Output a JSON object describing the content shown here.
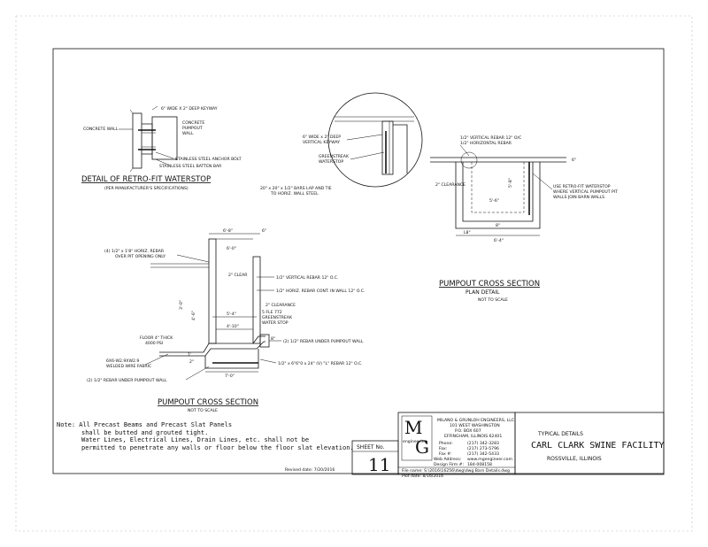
{
  "details": {
    "waterstop": {
      "keyway": "6\" WIDE X 2\" DEEP KEYWAY",
      "concrete_wall": "CONCRETE WALL",
      "pumpout_wall_1": "CONCRETE",
      "pumpout_wall_2": "PUMPOUT",
      "pumpout_wall_3": "WALL",
      "anchor_bolt": "STAINLESS STEEL ANCHOR BOLT",
      "batten_bar": "STAINLESS STEEL BATTEN BAR",
      "title": "DETAIL OF RETRO-FIT WATERSTOP",
      "subtitle": "(PER MANUFACTURER'S SPECIFICATIONS)"
    },
    "circle": {
      "keyway_1": "6\" WIDE x 2\" DEEP",
      "keyway_2": "VERTICAL KEYWAY",
      "greenstreak_1": "GREENSTREAK",
      "greenstreak_2": "WATERSTOP",
      "bars_1": "20\" x 20\" x 1/2\" BARS LAP AND TIE",
      "bars_2": "TO HORIZ. WALL STEEL"
    },
    "plan": {
      "vert_rebar": "1/2\" VERTICAL REBAR 12\" O/C",
      "horiz_rebar": "1/2\" HORIZONTAL REBAR",
      "clearance": "2\" CLEARANCE",
      "dim_a": "6\"",
      "dim_b": "5'-6\"",
      "dim_c": "5'-8\"",
      "dim_d": "8\"",
      "dim_e": "6'-4\"",
      "dim_f": "L8\"",
      "retro_1": "USE RETRO-FIT WATERSTOP",
      "retro_2": "WHERE VERTICAL PUMPOUT PIT",
      "retro_3": "WALLS JOIN BARN WALLS",
      "title": "PUMPOUT CROSS SECTION",
      "subtitle": "PLAN DETAIL",
      "scale": "NOT TO SCALE"
    },
    "section": {
      "dim_top": "6'-8\"",
      "dim_top2": "6'-0\"",
      "dim_6": "6\"",
      "horiz_rebar_1": "(4) 1/2\" x 1'8\" HORIZ. REBAR",
      "horiz_rebar_2": "OVER PIT OPENING ONLY",
      "clear_2": "2\" CLEAR",
      "vert_rebar": "1/2\" VERTICAL REBAR 12\" O.C.",
      "horiz_cont": "1/2\" HORIZ. REBAR CONT. IN WALL 12\" O.C.",
      "clearance": "2\" CLEARANCE",
      "dim_3_0": "3'-0\"",
      "dim_4_6": "4'-6\"",
      "dim_5_4": "5'-4\"",
      "dim_4_10": "4'-10\"",
      "greenstreak_1": "5 FLE 772",
      "greenstreak_2": "GREENSTREAK",
      "greenstreak_3": "WATER STOP",
      "floor_1": "FLOOR 4\" THICK",
      "floor_2": "4000 PSI",
      "dim_8": "8\"",
      "dim_1": "1'",
      "dim_2": "2\"",
      "dim_7_0": "7'-0\"",
      "under_rebar": "(2) 1/2\" REBAR UNDER PUMPOUT WALL",
      "welded_1": "6X6-W2.9XW2.9",
      "welded_2": "WELDED WIRE FABRIC",
      "l_rebar": "1/2\" x 6\"6\"0 x 24\" (V) \"L\" REBAR 12\" O.C.",
      "under_rebar_2": "(2) 1/2\" REBAR UNDER PUMPOUT WALL",
      "title": "PUMPOUT CROSS SECTION",
      "scale": "NOT TO SCALE"
    }
  },
  "note": {
    "line1": "Note:  All Precast Beams and Precast Slat Panels",
    "line2": "shall be butted and grouted tight.",
    "line3": "Water Lines, Electrical Lines, Drain Lines, etc. shall not be",
    "line4": "permitted to penetrate any walls or floor below the floor slat elevation.",
    "revised": "Revised date: 7/20/2016"
  },
  "titleblock": {
    "sheet_label": "SHEET No.",
    "sheet_number": "11",
    "logo_m": "M",
    "logo_g": "G",
    "logo_engineering": "engineering",
    "firm_1": "MILANO & GRUNLOH ENGINEERS, LLC",
    "firm_2": "101 WEST WASHINGTON",
    "firm_3": "P.O. BOX 607",
    "firm_4": "EFFINGHAM, ILLINOIS 62401",
    "phone_label": "Phone:",
    "phone": "(217) 342-3283",
    "fax_label": "Fax:",
    "fax": "(217) 273-5796",
    "fax2_label": "Fax #:",
    "fax2": "(217) 342-5433",
    "web_label": "Web Address:",
    "web": "www.mgengineer.com",
    "design_label": "Design Firm #:",
    "design": "184-008158",
    "typical": "TYPICAL DETAILS",
    "facility": "CARL CLARK SWINE FACILITY",
    "location": "ROSSVILLE, ILLINOIS",
    "file": "File name: S:\\2016\\16256\\dwg\\dwg Barn Details.dwg",
    "plot": "Plot date: 8/16/2016"
  }
}
